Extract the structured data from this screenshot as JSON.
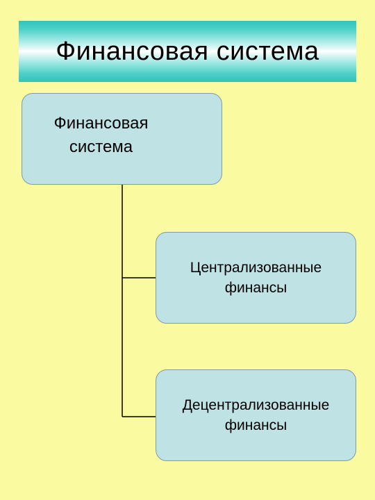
{
  "banner": {
    "title": "Финансовая система"
  },
  "diagram": {
    "root": {
      "line1": "Финансовая",
      "line2": "система"
    },
    "children": [
      {
        "line1": "Централизованные",
        "line2": "финансы"
      },
      {
        "line1": "Децентрализованные",
        "line2": "финансы"
      }
    ]
  },
  "colors": {
    "background": "#fafaa0",
    "banner_accent": "#2ec4bd",
    "node_fill": "#bfe3e4",
    "node_border": "#7f9aa8",
    "connector": "#000000"
  }
}
